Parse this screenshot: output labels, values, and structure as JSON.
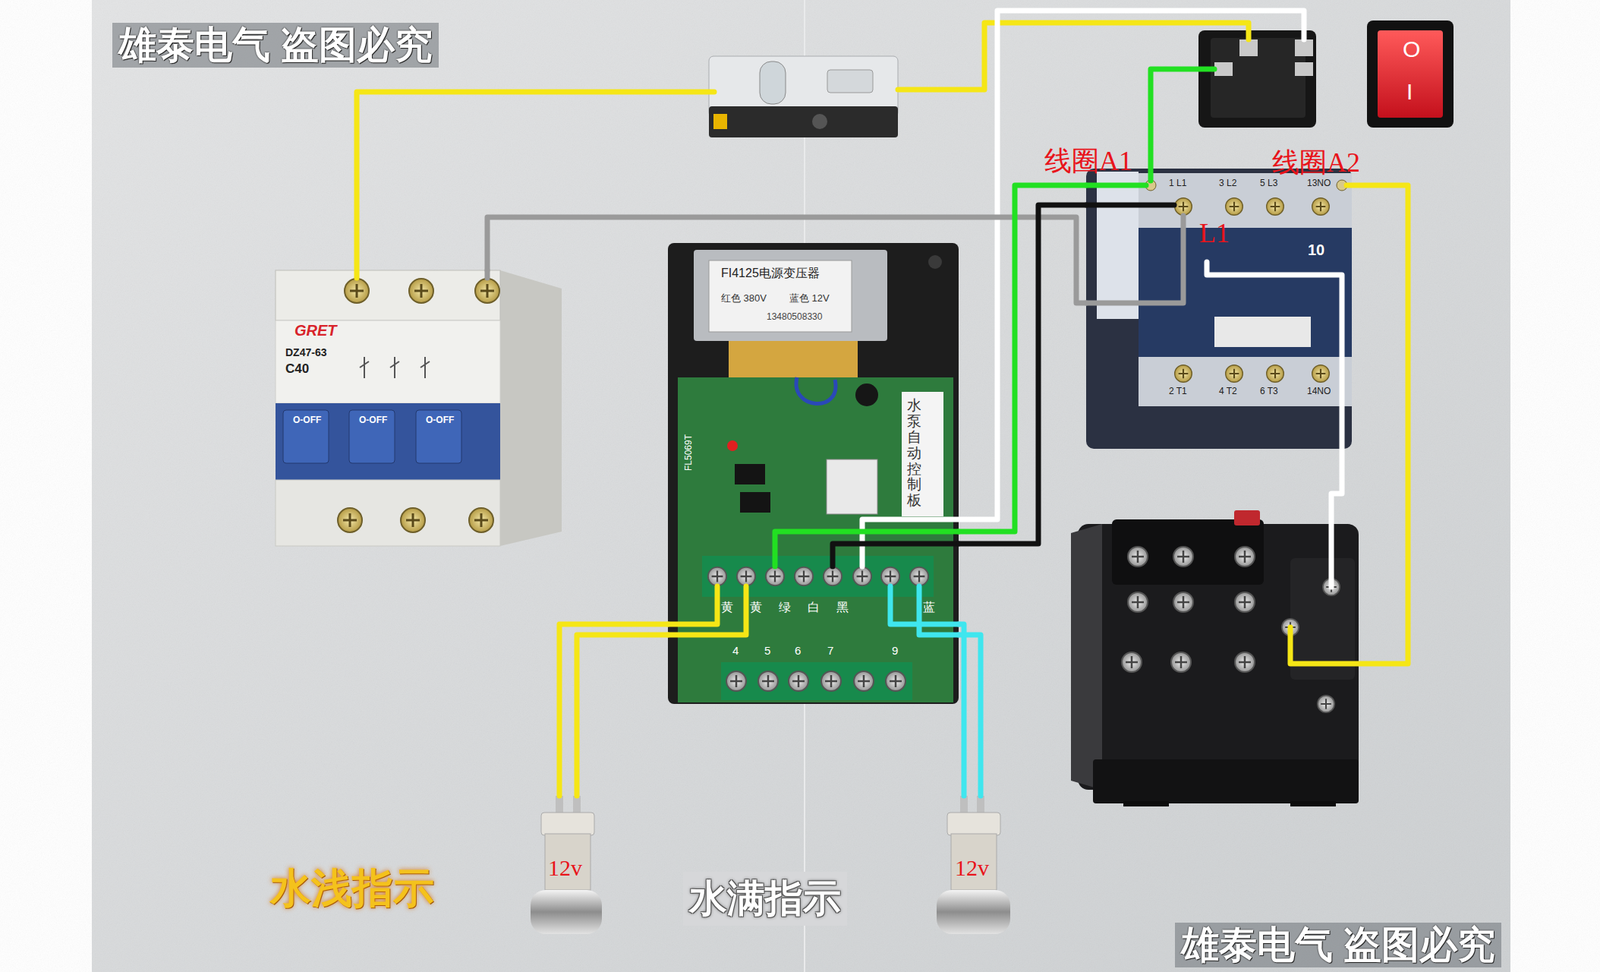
{
  "diagram": {
    "nodes": [
      {
        "text": [
          "GRET",
          "DZ47-63",
          "C40"
        ]
      },
      {
        "text": [
          "水泵自动控制板"
        ]
      },
      {
        "text": [
          "FI4125电源变压器"
        ],
        "in": 1
      },
      {
        "text": [
          "10"
        ]
      },
      {
        "text": [
          "12v"
        ]
      },
      {
        "text": [
          "12v"
        ]
      }
    ],
    "edges": [
      {
        "from": 0,
        "to": 3,
        "arrow": "none"
      },
      {
        "from": 1,
        "to": 3,
        "arrow": "none"
      },
      {
        "from": 1,
        "to": 3,
        "arrow": "none"
      },
      {
        "from": 1,
        "to": 4,
        "arrow": "none"
      },
      {
        "from": 1,
        "to": 4,
        "arrow": "none"
      },
      {
        "from": 1,
        "to": 5,
        "arrow": "none"
      },
      {
        "from": 1,
        "to": 5,
        "arrow": "none"
      }
    ],
    "labels": [
      "雄泰电气 盗图必究",
      "O-OFF",
      "O-OFF",
      "O-OFF",
      "红色 380V",
      "蓝色 12V",
      "13480508330",
      "FL5069T",
      "黄",
      "黄",
      "绿",
      "白",
      "黑",
      "蓝",
      "4",
      "5",
      "6",
      "7",
      "9",
      "1 L1",
      "3 L2",
      "5 L3",
      "13NO",
      "2 T1",
      "4 T2",
      "6 T3",
      "14NO",
      "线圈A1",
      "线圈A2",
      "L1",
      "O",
      "I",
      "水浅指示",
      "水满指示",
      "雄泰电气 盗图必究"
    ]
  }
}
